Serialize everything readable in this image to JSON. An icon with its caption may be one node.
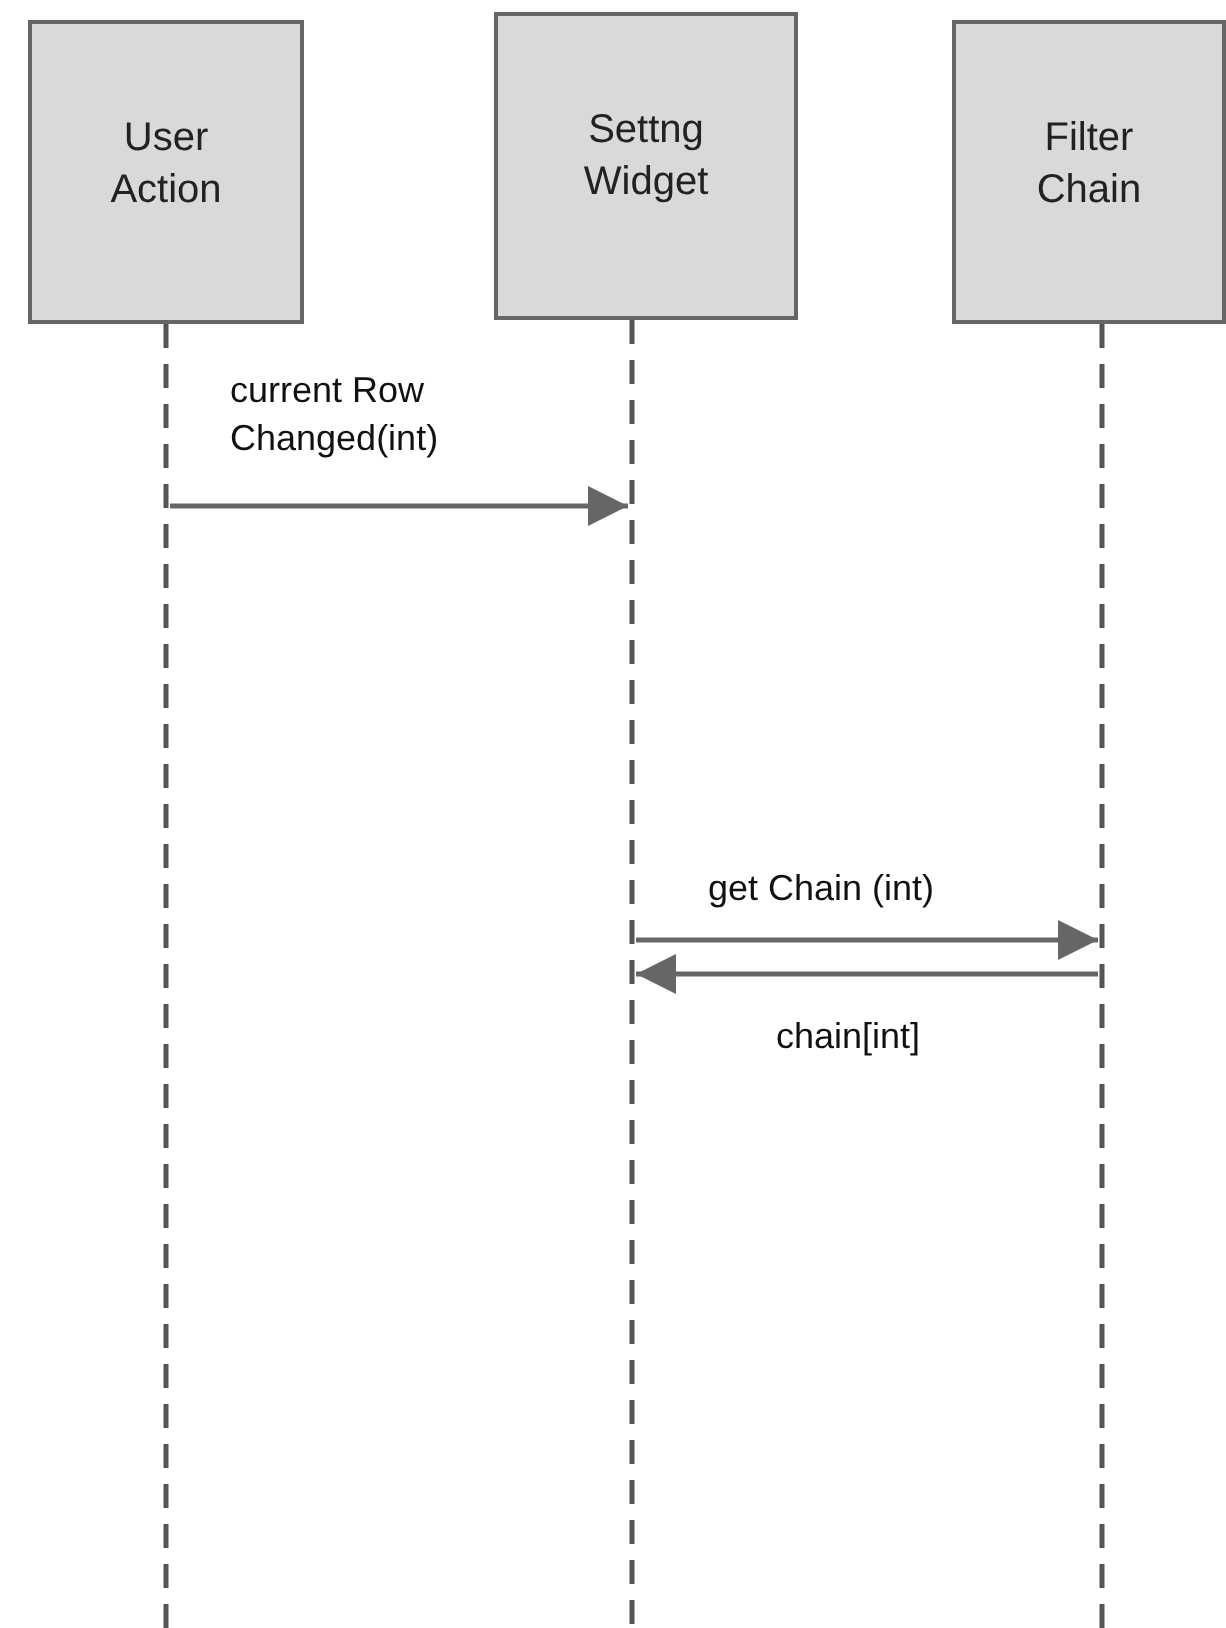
{
  "diagram": {
    "nodes": [
      {
        "text": [
          "User Action"
        ]
      },
      {
        "text": [
          "Settng Widget"
        ]
      },
      {
        "text": [
          "Filter Chain"
        ]
      }
    ],
    "edges": [
      {
        "from": 0,
        "to": 1,
        "arrow": "to",
        "label": "current Row Changed(int)"
      },
      {
        "from": 1,
        "to": 2,
        "arrow": "to",
        "label": "get Chain (int)"
      },
      {
        "from": 2,
        "to": 1,
        "arrow": "to",
        "label": "chain[int]"
      }
    ]
  }
}
